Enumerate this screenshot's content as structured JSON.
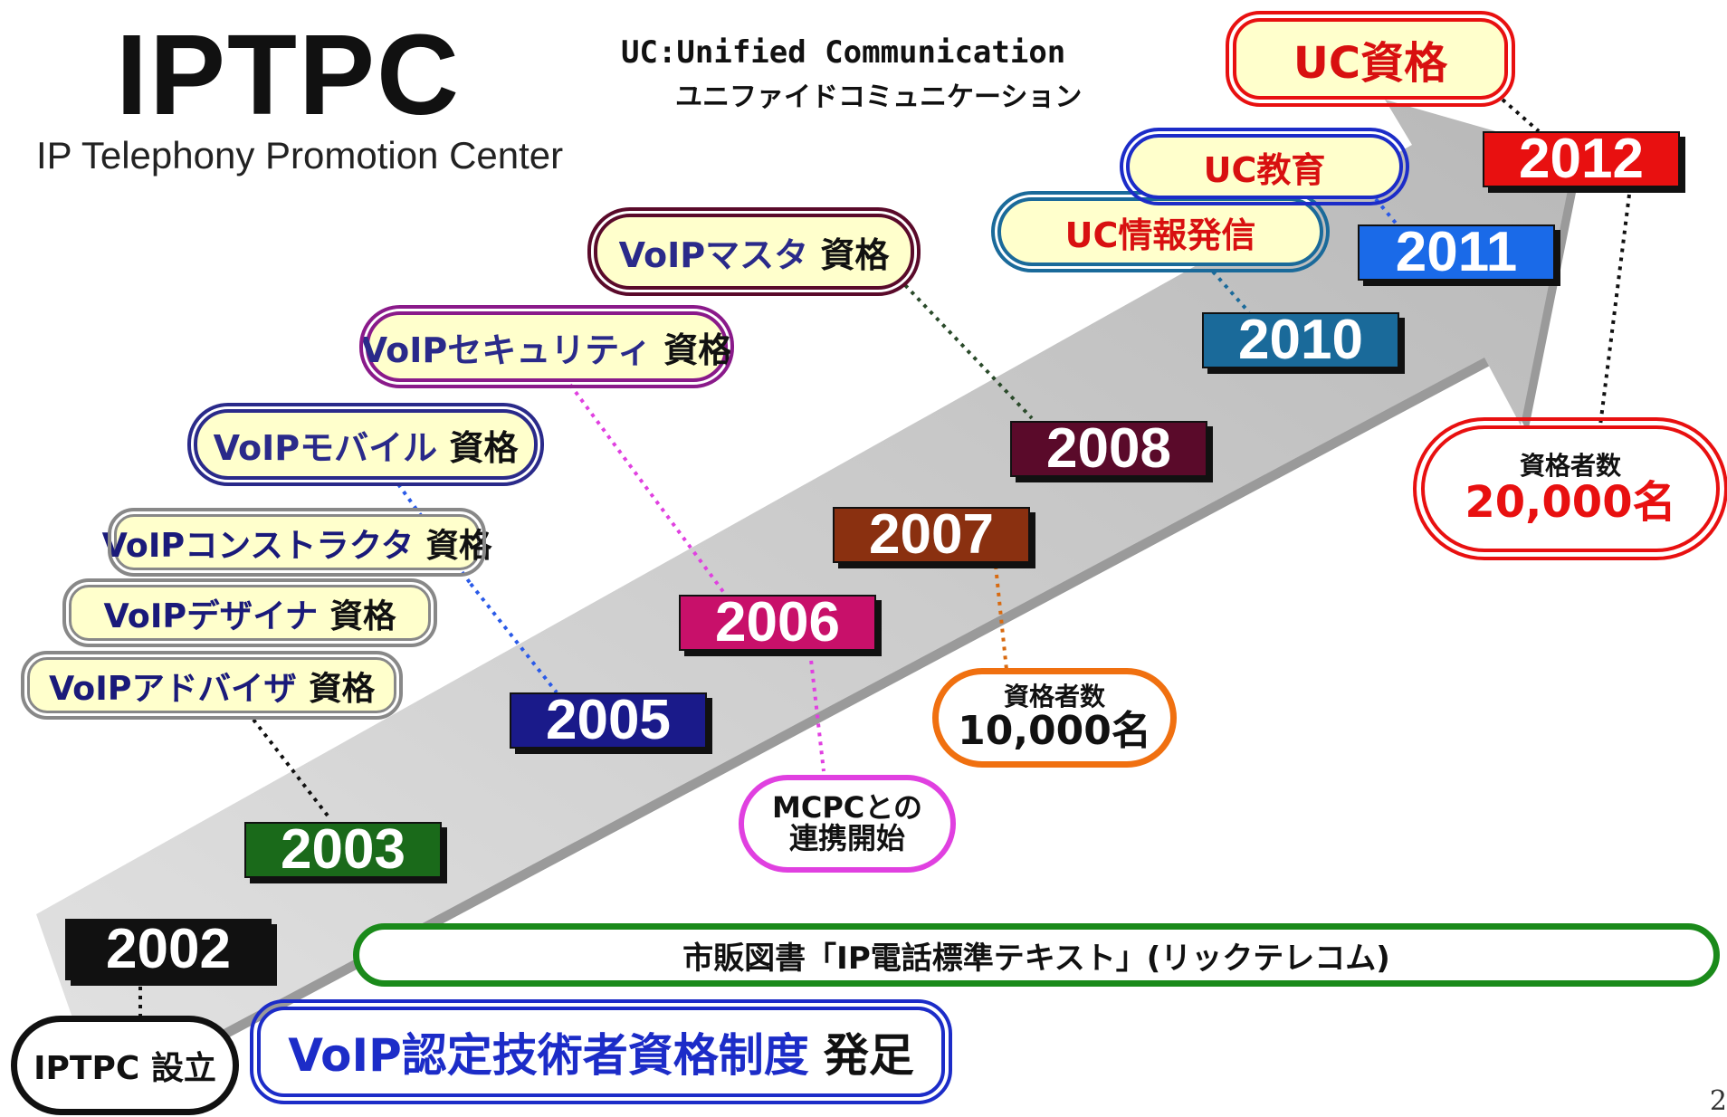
{
  "logo": {
    "mark": "IPTPC",
    "subtitle": "IP Telephony Promotion Center"
  },
  "uc_note": {
    "line1": "UC:Unified Communication",
    "line2": "ユニファイドコミュニケーション"
  },
  "colors": {
    "y2002": "#111111",
    "y2003": "#1a6a1a",
    "y2005": "#1a1a8a",
    "y2006": "#c8106a",
    "y2007": "#8a3010",
    "y2008": "#5a0a2a",
    "y2010": "#1a6a9a",
    "y2011": "#1a6ae8",
    "y2012": "#e81010"
  },
  "years": {
    "y2002": "2002",
    "y2003": "2003",
    "y2005": "2005",
    "y2006": "2006",
    "y2007": "2007",
    "y2008": "2008",
    "y2010": "2010",
    "y2011": "2011",
    "y2012": "2012"
  },
  "certs": {
    "advisor": {
      "name": "VoIPアドバイザ",
      "suffix": "資格"
    },
    "designer": {
      "name": "VoIPデザイナ",
      "suffix": "資格"
    },
    "constructor": {
      "name": "VoIPコンストラクタ",
      "suffix": "資格"
    },
    "mobile": {
      "name": "VoIPモバイル",
      "suffix": "資格"
    },
    "security": {
      "name": "VoIPセキュリティ",
      "suffix": "資格"
    },
    "master": {
      "name": "VoIPマスタ",
      "suffix": "資格"
    },
    "uc_info": "UC情報発信",
    "uc_edu": "UC教育",
    "uc_cert": "UC資格"
  },
  "notes": {
    "mcpc": [
      "MCPCとの",
      "連携開始"
    ],
    "holders_10k": {
      "label": "資格者数",
      "value": "10,000名"
    },
    "holders_20k": {
      "label": "資格者数",
      "value": "20,000名"
    }
  },
  "bars": {
    "book": "市販図書「IP電話標準テキスト」(リックテレコム)",
    "program": "VoIP認定技術者資格制度",
    "program_tail": "発足",
    "established": "IPTPC 設立"
  },
  "page_number": "2"
}
